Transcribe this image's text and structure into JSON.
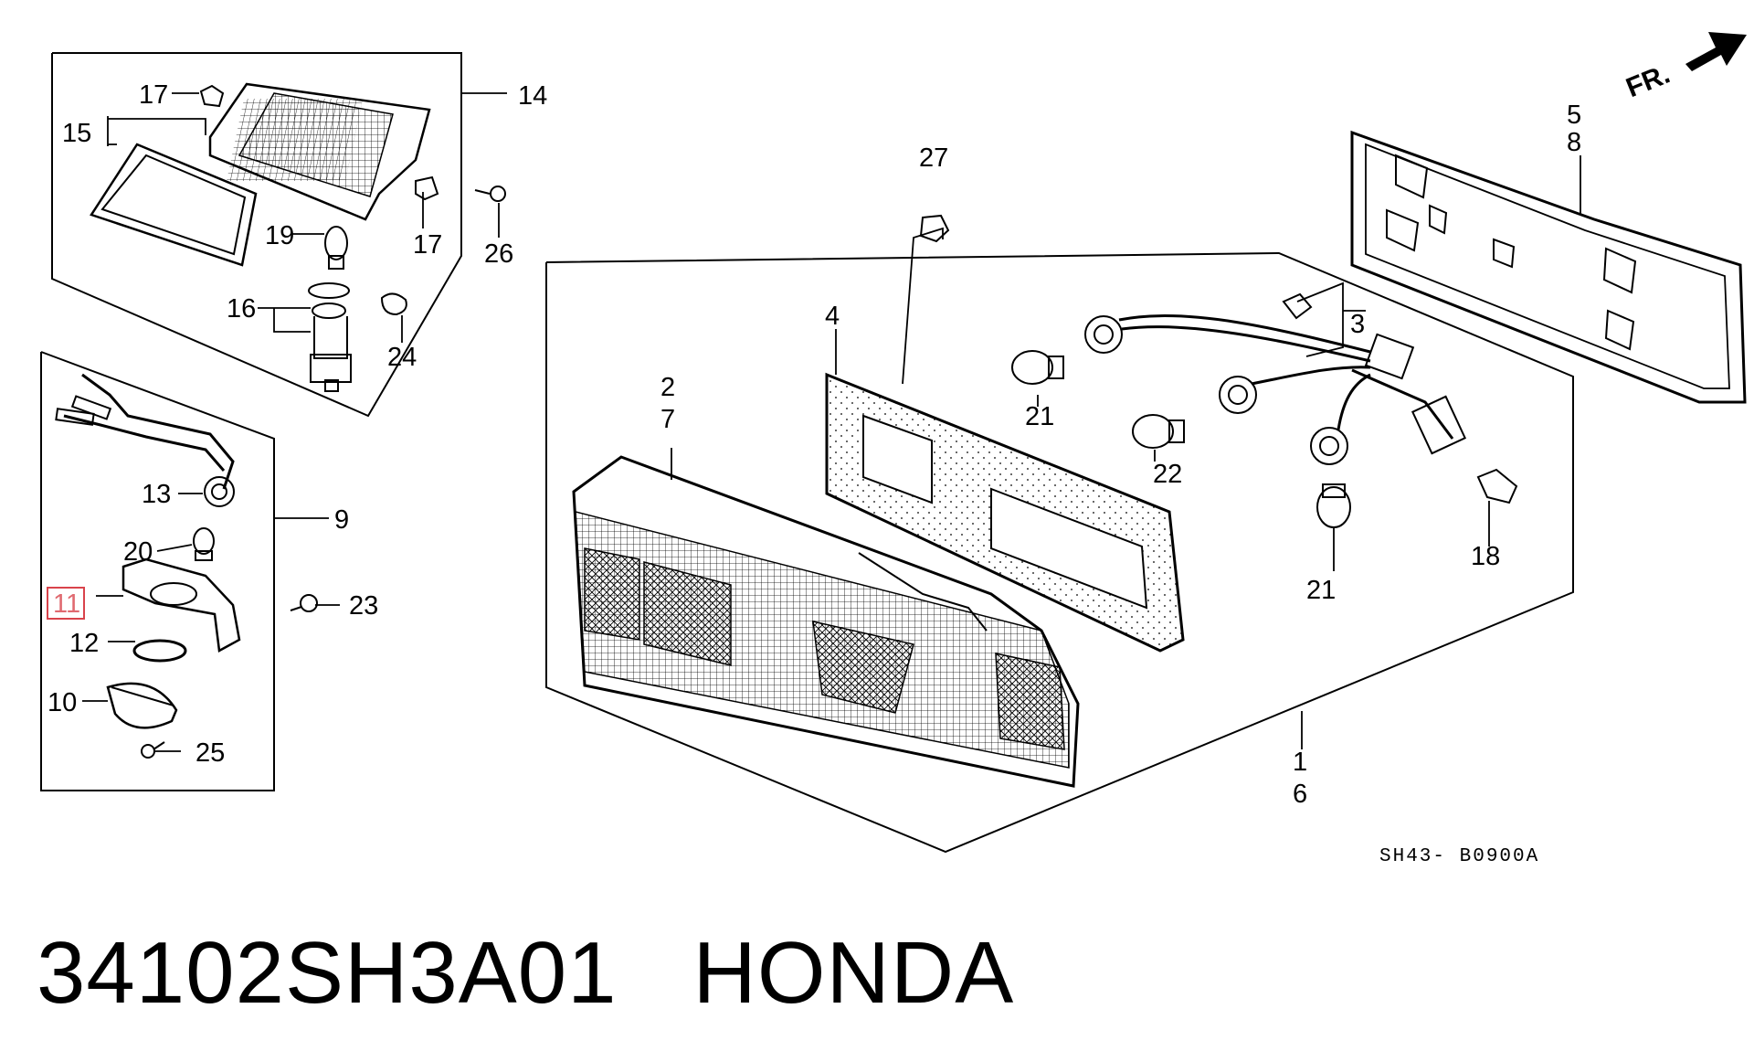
{
  "diagram": {
    "ref_code": "SH43- B0900A",
    "direction_label": "FR.",
    "highlight_color": "#d9434b",
    "labels": {
      "p1": "1",
      "p2": "2",
      "p3": "3",
      "p4": "4",
      "p5": "5",
      "p6": "6",
      "p7": "7",
      "p8": "8",
      "p9": "9",
      "p10": "10",
      "p11": "11",
      "p12": "12",
      "p13": "13",
      "p14": "14",
      "p15": "15",
      "p16": "16",
      "p17a": "17",
      "p17b": "17",
      "p18": "18",
      "p19": "19",
      "p20": "20",
      "p21a": "21",
      "p21b": "21",
      "p22": "22",
      "p23": "23",
      "p24": "24",
      "p25": "25",
      "p26": "26",
      "p27": "27"
    },
    "highlighted_part": "11"
  },
  "caption": {
    "part_number": "34102SH3A01",
    "brand": "HONDA"
  }
}
